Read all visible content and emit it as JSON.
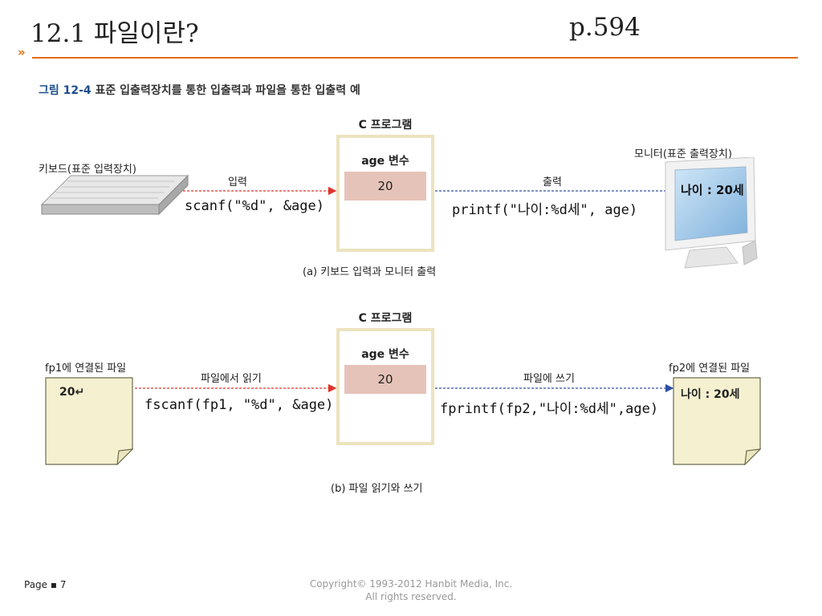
{
  "header": {
    "title": "12.1 파일이란?",
    "page_ref": "p.594",
    "bullet": "»"
  },
  "figure": {
    "number": "그림 12-4",
    "caption": "표준 입출력장치를 통한 입출력과 파일을 통한 입출력 예"
  },
  "panel_a": {
    "program_label": "C 프로그램",
    "var_label": "age 변수",
    "var_value": "20",
    "source_label": "키보드(표준 입력장치)",
    "input_label": "입력",
    "input_code": "scanf(\"%d\", &age)",
    "output_label": "출력",
    "output_code": "printf(\"나이:%d세\", age)",
    "target_label": "모니터(표준 출력장치)",
    "screen_text": "나이 : 20세",
    "caption": "(a) 키보드 입력과 모니터 출력"
  },
  "panel_b": {
    "program_label": "C 프로그램",
    "var_label": "age 변수",
    "var_value": "20",
    "source_label": "fp1에 연결된 파일",
    "source_content": "20↵",
    "input_label": "파일에서 읽기",
    "input_code": "fscanf(fp1, \"%d\", &age)",
    "output_label": "파일에 쓰기",
    "output_code": "fprintf(fp2,\"나이:%d세\",age)",
    "target_label": "fp2에 연결된 파일",
    "target_content": "나이 : 20세",
    "caption": "(b) 파일 읽기와 쓰기"
  },
  "footer": {
    "page": "Page ▪ 7",
    "copyright_line1": "Copyright© 1993-2012 Hanbit Media, Inc.",
    "copyright_line2": "All rights reserved."
  },
  "colors": {
    "accent": "#e36c0a",
    "input_arrow": "#e0342b",
    "output_arrow": "#2e4fa3",
    "program_border": "#ece3bf",
    "variable_fill": "#e6c3b8",
    "document_fill": "#f5f0d0"
  }
}
